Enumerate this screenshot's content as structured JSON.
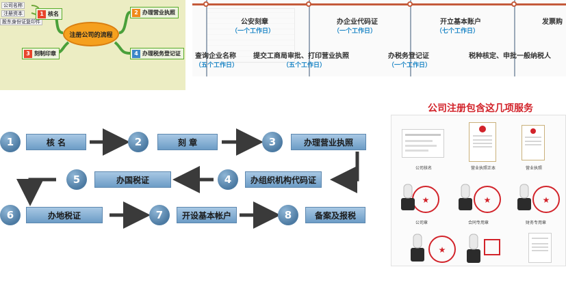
{
  "mindmap": {
    "center": "注册公司的流程",
    "small_items": [
      "公司名称",
      "注册资本",
      "股东身份证复印件"
    ],
    "nodes": [
      {
        "num": "1",
        "label": "核名",
        "color": "#e8452b"
      },
      {
        "num": "2",
        "label": "办理营业执照",
        "color": "#f08a1a"
      },
      {
        "num": "3",
        "label": "刻制印章",
        "color": "#e8452b"
      },
      {
        "num": "4",
        "label": "办理税务登记证",
        "color": "#3b86c8"
      }
    ]
  },
  "timeline": {
    "top": [
      {
        "label": "公安刻章",
        "days": "（一个工作日）"
      },
      {
        "label": "办企业代码证",
        "days": "（一个工作日）"
      },
      {
        "label": "开立基本账户",
        "days": "（七个工作日）"
      },
      {
        "label": "发票购"
      }
    ],
    "bottom": [
      {
        "label": "查询企业名称",
        "days": "（五个工作日）"
      },
      {
        "label": "提交工商局审批、打印营业执照",
        "days": "（五个工作日）"
      },
      {
        "label": "办税务登记证",
        "days": "（一个工作日）"
      },
      {
        "label": "税种核定、申批一般纳税人"
      }
    ]
  },
  "flow": {
    "steps": [
      {
        "num": "1",
        "label": "核 名"
      },
      {
        "num": "2",
        "label": "刻 章"
      },
      {
        "num": "3",
        "label": "办理营业执照"
      },
      {
        "num": "4",
        "label": "办组织机构代码证"
      },
      {
        "num": "5",
        "label": "办国税证"
      },
      {
        "num": "6",
        "label": "办地税证"
      },
      {
        "num": "7",
        "label": "开设基本帐户"
      },
      {
        "num": "8",
        "label": "备案及报税"
      }
    ]
  },
  "services": {
    "title": "公司注册包含这几项服务",
    "items": [
      "公司核名",
      "营业执照正本",
      "营业执照",
      "公司章",
      "合同专用章",
      "财务专用章"
    ],
    "accent": "#d2232a"
  }
}
